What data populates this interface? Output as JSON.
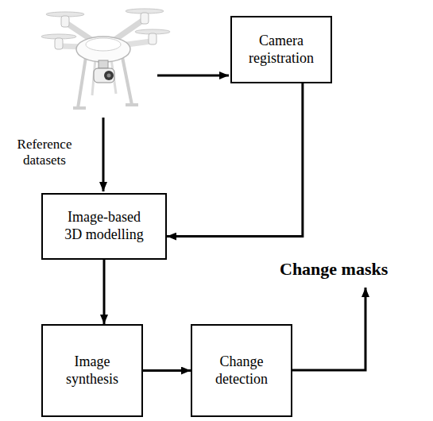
{
  "diagram": {
    "nodes": [
      {
        "text": [
          "Camera registration"
        ]
      },
      {
        "text": [
          "Image-based 3D modelling"
        ]
      },
      {
        "text": [
          "Image synthesis"
        ]
      },
      {
        "text": [
          "Change detection"
        ]
      }
    ],
    "edges": [
      {
        "from": 0,
        "to": 1,
        "arrow": "to"
      },
      {
        "from": 1,
        "to": 2,
        "arrow": "to"
      },
      {
        "from": 2,
        "to": 3,
        "arrow": "to"
      }
    ],
    "labels": [
      "Reference datasets",
      "Change masks"
    ]
  }
}
